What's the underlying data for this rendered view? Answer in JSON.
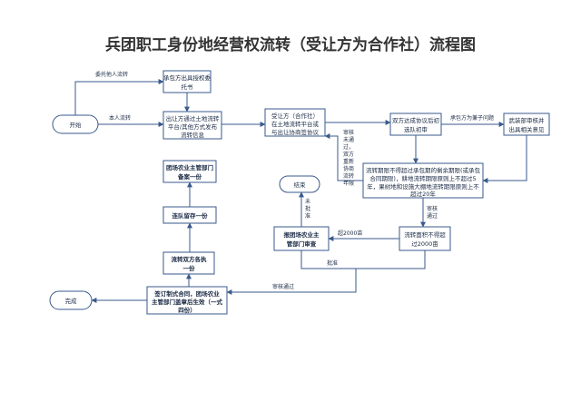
{
  "title": "兵团职工身份地经营权流转（受让方为合作社）流程图",
  "nodes": {
    "start": "开始",
    "entrust": [
      "承包方出具授权委",
      "托书"
    ],
    "release": [
      "出让方通过土地流转",
      "平台/其他方式发布",
      "流转信息"
    ],
    "sign_intent": [
      "受让方（合作社）",
      "在土地流转平台或",
      "与出让协商签协议"
    ],
    "double_check": [
      "双方达成协议后初",
      "选队初审"
    ],
    "martial": [
      "武装部审核并",
      "出具相关意见"
    ],
    "term_check": [
      "流转期限不得超过承包期的剩余期限(或承包",
      "合同期限)，耕地流转期限原则上不超过5",
      "年，果树地和设施大棚地流转期限原则上不",
      "超过20年"
    ],
    "area_check": [
      "流转面积不得超",
      "过2000亩"
    ],
    "report": [
      "报团场农业主",
      "管部门审查"
    ],
    "end": "结束",
    "file": [
      "团场农业主管部门",
      "备案一份"
    ],
    "team_keep": [
      "连队留存一份"
    ],
    "both_hold": [
      "流转双方各执",
      "一份"
    ],
    "contract": [
      "签订制式合同，团场农业",
      "主管部门盖章后生效（一式",
      "四份）"
    ],
    "finish": "完成"
  },
  "labels": {
    "entrust_other": "委托他人流转",
    "self_transfer": "本人流转",
    "disagree": [
      "审核",
      "未通",
      "过，",
      "双方",
      "重新",
      "协商",
      "流转",
      "年限"
    ],
    "owner_ok": "承包方为兼子问题",
    "review_pass": [
      "审核",
      "通过"
    ],
    "over_2000": "超2000亩",
    "not_approved": [
      "未",
      "批",
      "准"
    ],
    "approved": "批准",
    "audit_pass": "审核通过"
  }
}
